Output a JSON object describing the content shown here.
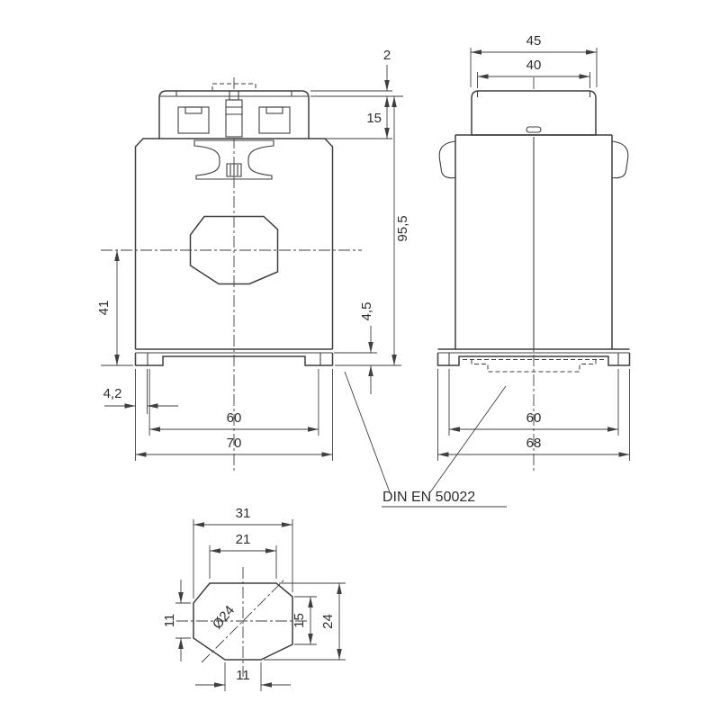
{
  "drawing": {
    "front": {
      "dim_lip": "2",
      "dim_cap_height": "15",
      "dim_total_height": "95,5",
      "dim_rail_depth": "4,5",
      "dim_center_to_base": "41",
      "dim_clip_width": "4,2",
      "dim_rail_span": "60",
      "dim_overall_width": "70"
    },
    "side": {
      "dim_cap_outer": "45",
      "dim_cap_inner": "40",
      "dim_rail_span": "60",
      "dim_overall_width": "68"
    },
    "window": {
      "dim_overall_width": "31",
      "dim_top_width": "21",
      "dim_left_height": "11",
      "dim_bore": "Ø24",
      "dim_right_height": "15",
      "dim_overall_height": "24",
      "dim_bottom_width": "11"
    },
    "rail_standard": "DIN EN 50022"
  }
}
